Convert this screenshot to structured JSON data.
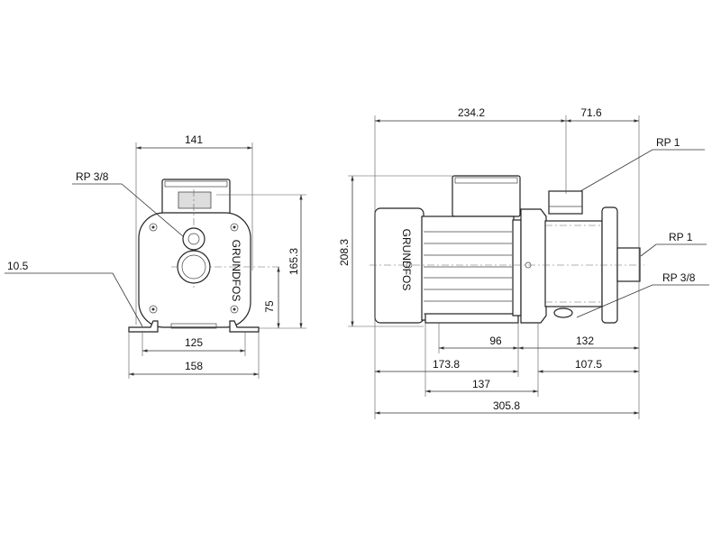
{
  "front_view": {
    "dimensions": {
      "width_top": "141",
      "height_total": "165.3",
      "height_axis": "75",
      "foot_spacing": "125",
      "base_width": "158",
      "foot_hole": "10.5"
    },
    "labels": {
      "drain_port": "RP 3/8"
    },
    "brand": "GRUNDFOS"
  },
  "side_view": {
    "dimensions": {
      "motor_length": "234.2",
      "outlet_offset": "71.6",
      "height_total": "208.3",
      "foot_to_flange": "96",
      "flange_to_inlet": "132",
      "motor_to_foot": "173.8",
      "foot_to_inlet": "107.5",
      "foot_length": "137",
      "overall_length": "305.8"
    },
    "labels": {
      "outlet_port": "RP 1",
      "inlet_port": "RP 1",
      "drain_port": "RP 3/8"
    },
    "brand": "GRUNDFOS"
  }
}
